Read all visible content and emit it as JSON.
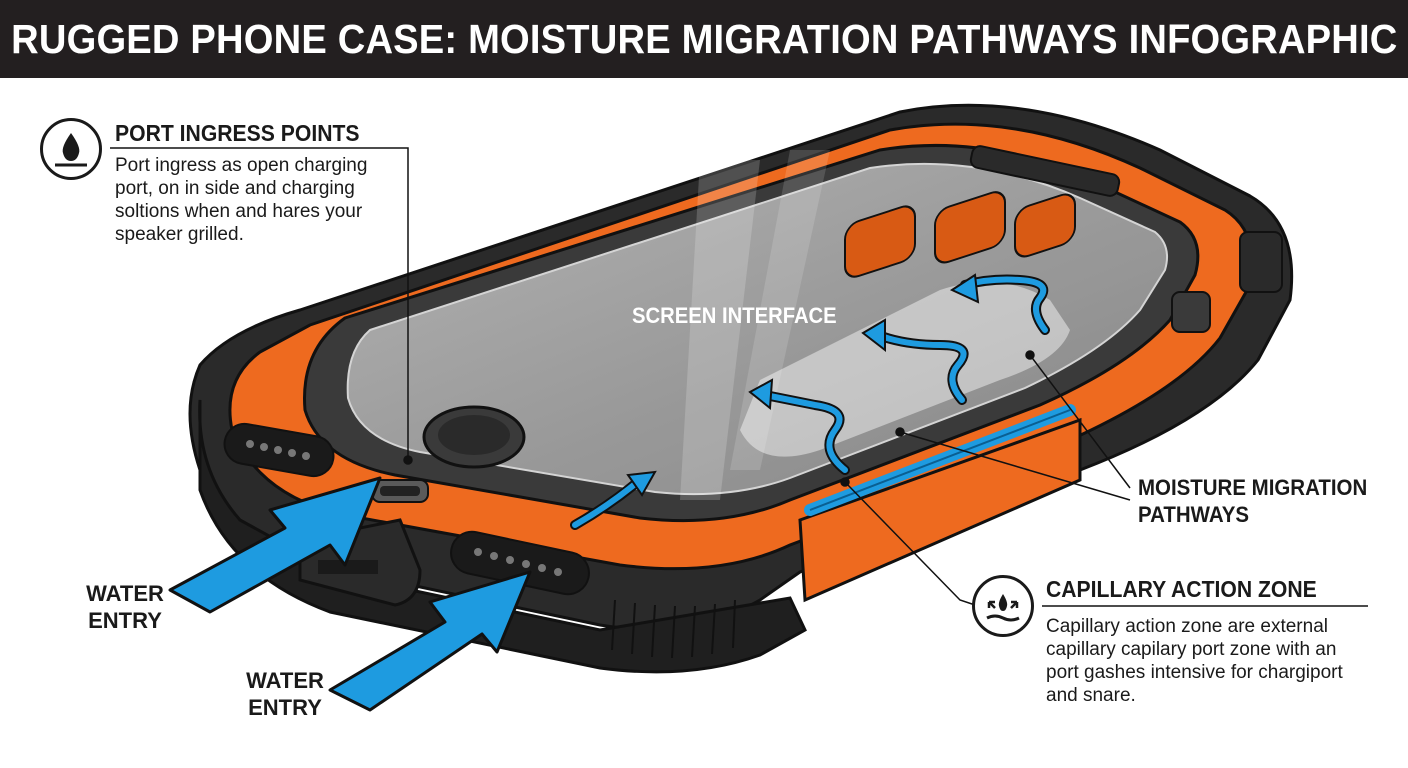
{
  "header": {
    "title": "RUGGED PHONE CASE: MOISTURE MIGRATION PATHWAYS INFOGRAPHIC"
  },
  "callouts": {
    "port_ingress": {
      "heading": "PORT INGRESS POINTS",
      "body_lines": [
        "Port ingress as open charging",
        "port, on in side and charging",
        "soltions when and hares your",
        "speaker grilled."
      ],
      "icon": "water-drop-icon"
    },
    "screen": {
      "label": "SCREEN INTERFACE"
    },
    "moisture": {
      "line1": "MOISTURE MIGRATION",
      "line2": "PATHWAYS"
    },
    "capillary": {
      "heading": "CAPILLARY ACTION ZONE",
      "body_lines": [
        "Capillary action zone are external",
        "capillary capilary port zone with an",
        "port gashes intensive for chargiport",
        "and snare."
      ],
      "icon": "capillary-arrows-icon"
    },
    "water_entry_1": {
      "line1": "WATER",
      "line2": "ENTRY"
    },
    "water_entry_2": {
      "line1": "WATER",
      "line2": "ENTRY"
    }
  },
  "colors": {
    "header_bg": "#231f20",
    "case_orange": "#ee6a1f",
    "case_black": "#2a2a2a",
    "water_blue": "#1e9be0",
    "screen_gray": "#9a9a9a"
  }
}
